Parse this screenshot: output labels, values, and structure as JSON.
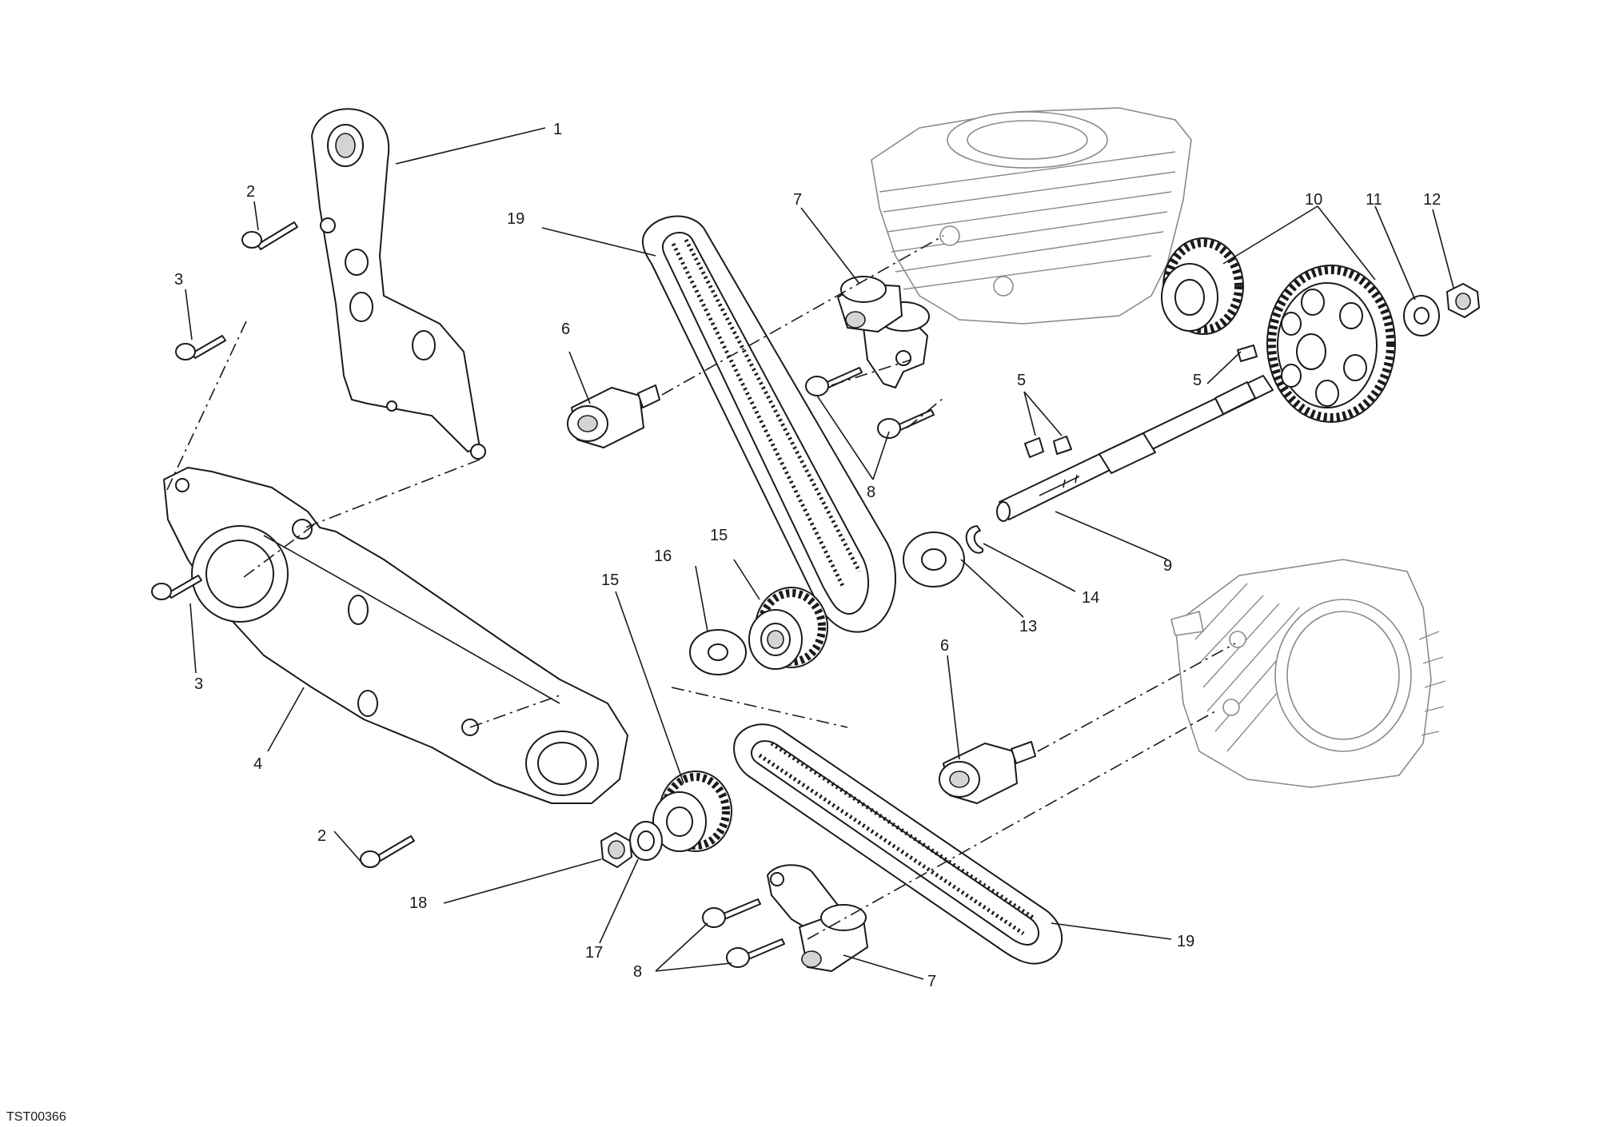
{
  "drawing_code": "TST00366",
  "callouts": [
    {
      "id": "callout-1",
      "text": "1"
    },
    {
      "id": "callout-2-top",
      "text": "2"
    },
    {
      "id": "callout-2-bottom",
      "text": "2"
    },
    {
      "id": "callout-3-top",
      "text": "3"
    },
    {
      "id": "callout-3-bottom",
      "text": "3"
    },
    {
      "id": "callout-4",
      "text": "4"
    },
    {
      "id": "callout-5-left",
      "text": "5"
    },
    {
      "id": "callout-5-right",
      "text": "5"
    },
    {
      "id": "callout-6-top",
      "text": "6"
    },
    {
      "id": "callout-6-bottom",
      "text": "6"
    },
    {
      "id": "callout-7-top",
      "text": "7"
    },
    {
      "id": "callout-7-bottom",
      "text": "7"
    },
    {
      "id": "callout-8-top",
      "text": "8"
    },
    {
      "id": "callout-8-bottom",
      "text": "8"
    },
    {
      "id": "callout-9",
      "text": "9"
    },
    {
      "id": "callout-10",
      "text": "10"
    },
    {
      "id": "callout-11",
      "text": "11"
    },
    {
      "id": "callout-12",
      "text": "12"
    },
    {
      "id": "callout-13",
      "text": "13"
    },
    {
      "id": "callout-14",
      "text": "14"
    },
    {
      "id": "callout-15-top",
      "text": "15"
    },
    {
      "id": "callout-15-bottom",
      "text": "15"
    },
    {
      "id": "callout-16",
      "text": "16"
    },
    {
      "id": "callout-17",
      "text": "17"
    },
    {
      "id": "callout-18",
      "text": "18"
    },
    {
      "id": "callout-19-top",
      "text": "19"
    },
    {
      "id": "callout-19-bottom",
      "text": "19"
    }
  ]
}
